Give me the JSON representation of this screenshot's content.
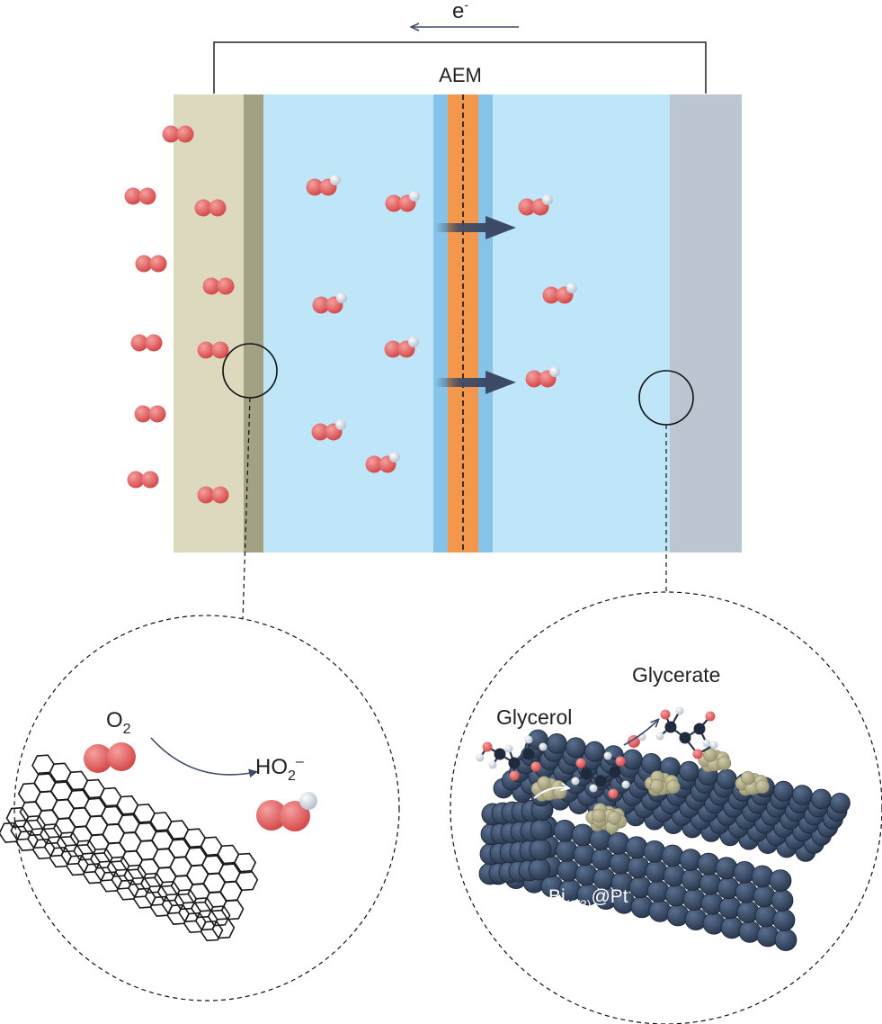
{
  "labels": {
    "electron": "e",
    "electron_sup": "-",
    "membrane": "AEM",
    "oxygen": "O",
    "oxygen_sub": "2",
    "peroxide": "HO",
    "peroxide_sub": "2",
    "peroxide_sup": "–",
    "glycerol": "Glycerol",
    "glycerate": "Glycerate",
    "catalyst": "Bi",
    "catalyst_sub": "(1/3)",
    "catalyst_tail": "@Pt"
  },
  "colors": {
    "cathode": "#dcd9bf",
    "cathode_layer": "#a3a184",
    "electrolyte": "#bfe6f8",
    "membrane_outer": "#86c3e8",
    "membrane_core": "#f2974b",
    "anode": "#bcc5d2",
    "oxygen_atom": "#e05656",
    "hydrogen_atom": "#d4dbe5",
    "carbon": "#1f2a3c",
    "pt_atom": "#3b4e69",
    "bi_cluster": "#b3af8c",
    "arrow": "#3d4a66",
    "wire": "#222222"
  }
}
